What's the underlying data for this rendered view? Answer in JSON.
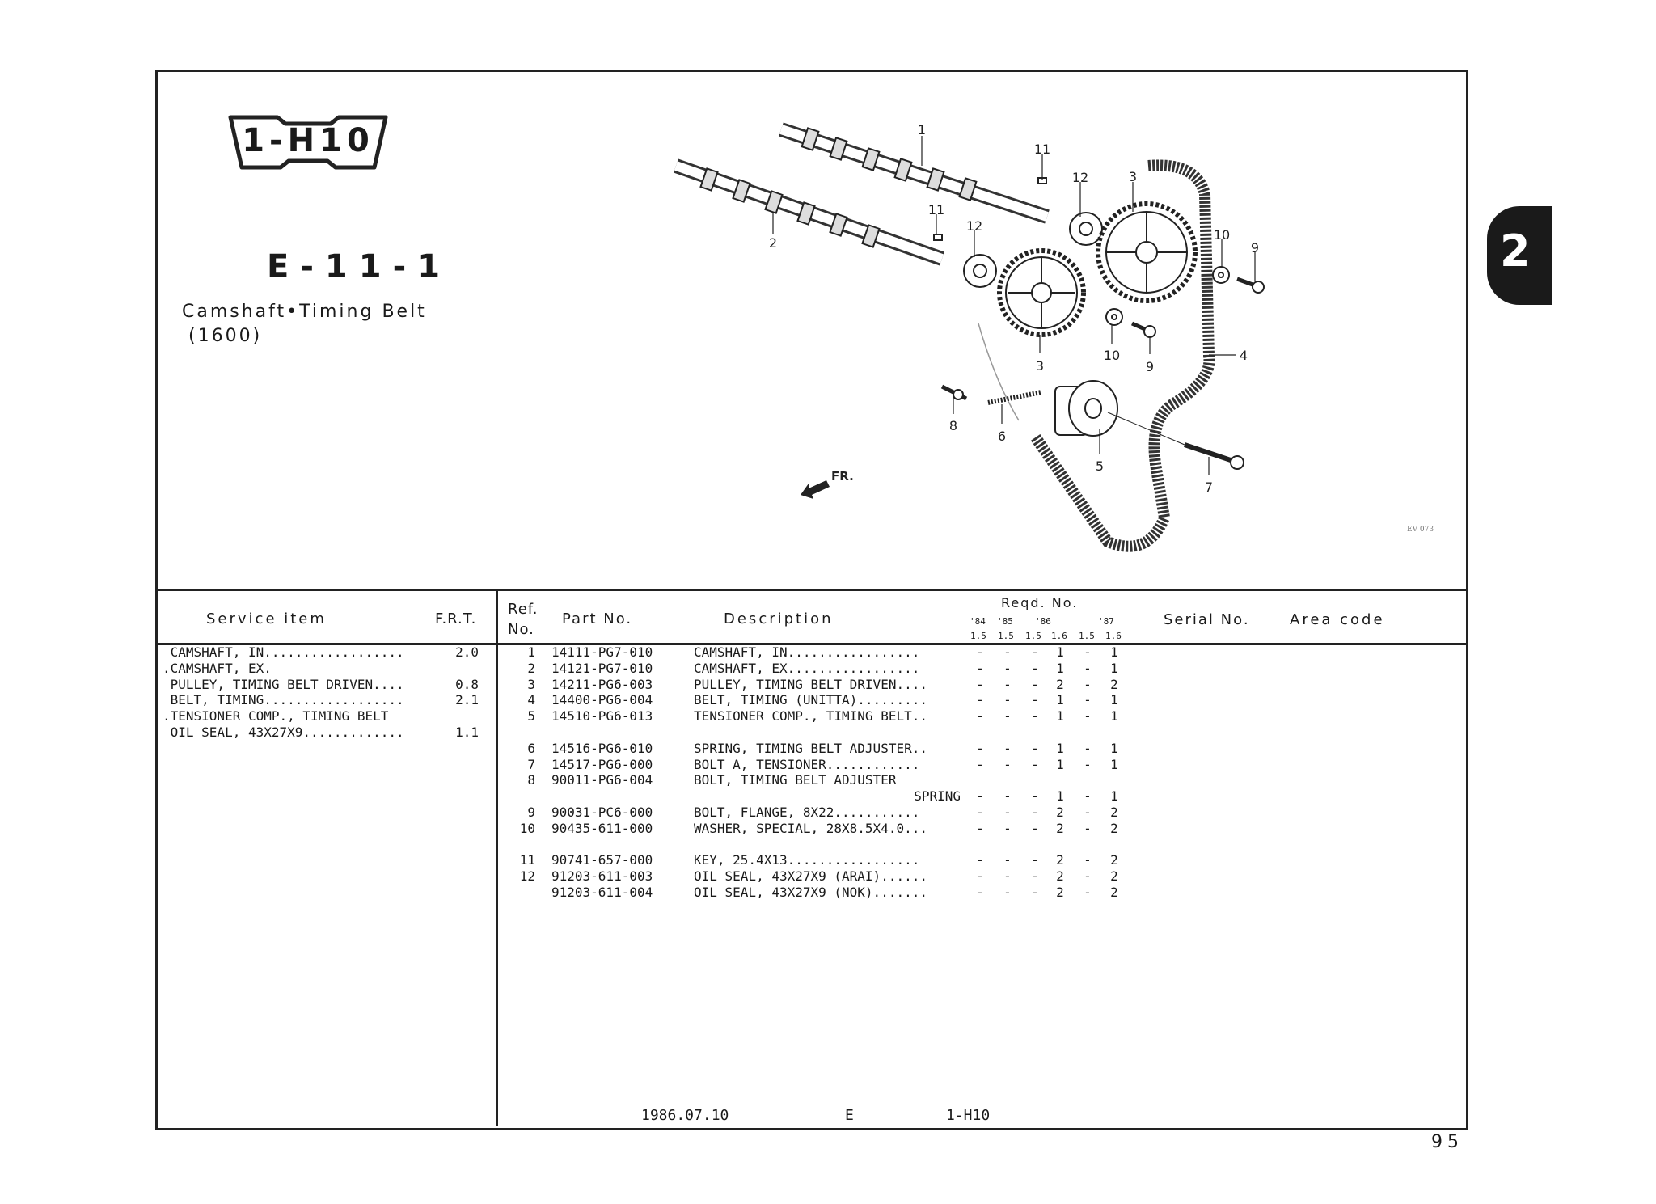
{
  "badge": "1-H10",
  "section_code": "E-11-1",
  "title": "Camshaft•Timing Belt",
  "subtitle": "(1600)",
  "side_tab": "2",
  "page_number": "95",
  "diagram": {
    "callouts": [
      "1",
      "2",
      "3",
      "3",
      "4",
      "5",
      "6",
      "7",
      "8",
      "9",
      "9",
      "10",
      "10",
      "11",
      "11",
      "12",
      "12"
    ],
    "front_marker": "FR.",
    "drawing_code": "EV 073"
  },
  "headers": {
    "service_item": "Service  item",
    "frt": "F.R.T.",
    "ref_no": "Ref.\nNo.",
    "part_no": "Part No.",
    "description": "Description",
    "reqd_no": "Reqd. No.",
    "years": [
      "'84",
      "'85",
      "'86",
      "'87"
    ],
    "engines": [
      "1.5",
      "1.5",
      "1.5",
      "1.6",
      "1.5",
      "1.6"
    ],
    "serial_no": "Serial No.",
    "area_code": "Area code"
  },
  "service_items": [
    {
      "item": " CAMSHAFT, IN..................",
      "frt": "2.0"
    },
    {
      "item": ".CAMSHAFT, EX.",
      "frt": ""
    },
    {
      "item": " PULLEY, TIMING BELT DRIVEN....",
      "frt": "0.8"
    },
    {
      "item": " BELT, TIMING..................",
      "frt": "2.1"
    },
    {
      "item": ".TENSIONER COMP., TIMING BELT",
      "frt": ""
    },
    {
      "item": " OIL SEAL, 43X27X9.............",
      "frt": "1.1"
    }
  ],
  "parts": [
    {
      "ref": "1",
      "part": "14111-PG7-010",
      "desc": "CAMSHAFT, IN.................",
      "qty": [
        "-",
        "-",
        "-",
        "1",
        "-",
        "1"
      ]
    },
    {
      "ref": "2",
      "part": "14121-PG7-010",
      "desc": "CAMSHAFT, EX.................",
      "qty": [
        "-",
        "-",
        "-",
        "1",
        "-",
        "1"
      ]
    },
    {
      "ref": "3",
      "part": "14211-PG6-003",
      "desc": "PULLEY, TIMING BELT DRIVEN....",
      "qty": [
        "-",
        "-",
        "-",
        "2",
        "-",
        "2"
      ]
    },
    {
      "ref": "4",
      "part": "14400-PG6-004",
      "desc": "BELT, TIMING (UNITTA).........",
      "qty": [
        "-",
        "-",
        "-",
        "1",
        "-",
        "1"
      ]
    },
    {
      "ref": "5",
      "part": "14510-PG6-013",
      "desc": "TENSIONER COMP., TIMING BELT..",
      "qty": [
        "-",
        "-",
        "-",
        "1",
        "-",
        "1"
      ]
    },
    {
      "ref": "6",
      "part": "14516-PG6-010",
      "desc": "SPRING, TIMING BELT ADJUSTER..",
      "qty": [
        "-",
        "-",
        "-",
        "1",
        "-",
        "1"
      ]
    },
    {
      "ref": "7",
      "part": "14517-PG6-000",
      "desc": "BOLT A, TENSIONER............",
      "qty": [
        "-",
        "-",
        "-",
        "1",
        "-",
        "1"
      ]
    },
    {
      "ref": "8",
      "part": "90011-PG6-004",
      "desc": "BOLT, TIMING BELT ADJUSTER",
      "desc2": "SPRING",
      "qty": [
        "-",
        "-",
        "-",
        "1",
        "-",
        "1"
      ]
    },
    {
      "ref": "9",
      "part": "90031-PC6-000",
      "desc": "BOLT, FLANGE, 8X22...........",
      "qty": [
        "-",
        "-",
        "-",
        "2",
        "-",
        "2"
      ]
    },
    {
      "ref": "10",
      "part": "90435-611-000",
      "desc": "WASHER, SPECIAL, 28X8.5X4.0...",
      "qty": [
        "-",
        "-",
        "-",
        "2",
        "-",
        "2"
      ]
    },
    {
      "ref": "11",
      "part": "90741-657-000",
      "desc": "KEY, 25.4X13.................",
      "qty": [
        "-",
        "-",
        "-",
        "2",
        "-",
        "2"
      ]
    },
    {
      "ref": "12",
      "part": "91203-611-003",
      "desc": "OIL SEAL, 43X27X9 (ARAI)......",
      "qty": [
        "-",
        "-",
        "-",
        "2",
        "-",
        "2"
      ]
    },
    {
      "ref": "",
      "part": "91203-611-004",
      "desc": "OIL SEAL, 43X27X9 (NOK).......",
      "qty": [
        "-",
        "-",
        "-",
        "2",
        "-",
        "2"
      ]
    }
  ],
  "footer": {
    "date": "1986.07.10",
    "area": "E",
    "group": "1-H10"
  }
}
